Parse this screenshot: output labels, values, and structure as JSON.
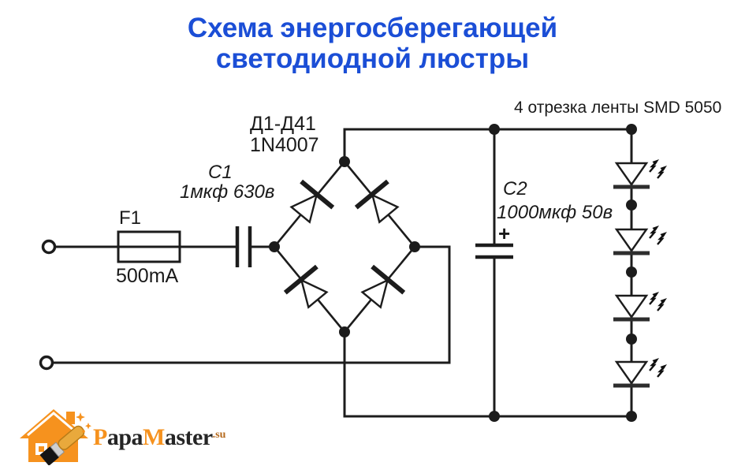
{
  "title": {
    "line1": "Схема энергосберегающей",
    "line2": "светодиодной люстры"
  },
  "labels": {
    "fuse_ref": "F1",
    "fuse_value": "500mA",
    "c1_ref": "C1",
    "c1_value": "1мкф 630в",
    "bridge_ref": "Д1-Д41",
    "bridge_part": "1N4007",
    "c2_ref": "C2",
    "c2_value": "1000мкф 50в",
    "c2_polarity": "+",
    "led_strip_note": "4 отрезка ленты SMD 5050"
  },
  "logo": {
    "brand_p": "P",
    "brand_apa": "apa",
    "brand_m": "M",
    "brand_aster": "aster",
    "brand_domain": ".su"
  },
  "icons": {
    "logo_house": "house-with-paintbrush",
    "led_arrows": "light-emission-bolt-arrows"
  },
  "colors": {
    "title_blue": "#1b4ed6",
    "wire": "#1c1c1c",
    "led_bar": "#2d2d2d",
    "logo_orange": "#f6921e",
    "domain_orange": "#b5691c",
    "brush_gold": "#e9a93c"
  }
}
